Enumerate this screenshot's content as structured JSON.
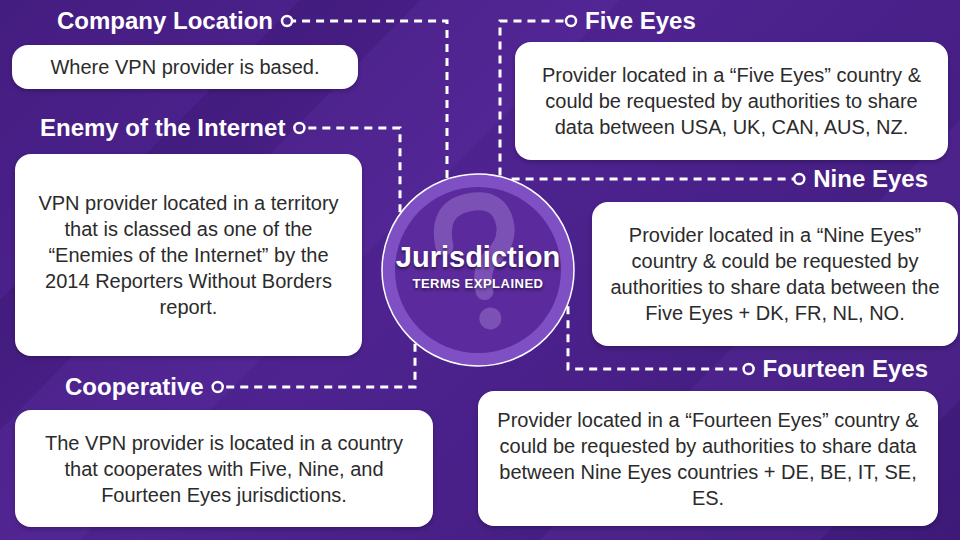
{
  "diagram": {
    "nodes": [
      {
        "text": [
          "Company Location",
          "Where VPN provider is based."
        ]
      },
      {
        "text": [
          "Five Eyes",
          "Provider located in a “Five Eyes” country & could be requested by authorities to share data between USA, UK, CAN, AUS, NZ."
        ]
      },
      {
        "text": [
          "Enemy of the Internet",
          "VPN provider located in a territory that is classed as one of the “Enemies of the Internet” by the 2014 Reporters Without Borders report."
        ]
      },
      {
        "text": [
          "Jurisdiction",
          "TERMS EXPLAINED"
        ]
      },
      {
        "text": [
          "Nine Eyes",
          "Provider located in a “Nine Eyes” country & could be requested by authorities to share data between the Five Eyes + DK, FR, NL, NO."
        ]
      },
      {
        "text": [
          "Cooperative",
          "The VPN provider is located in a country that cooperates with Five, Nine, and Fourteen Eyes jurisdictions."
        ]
      },
      {
        "text": [
          "Fourteen Eyes",
          "Provider located in a “Fourteen Eyes” country & could be requested by authorities to share data between Nine Eyes countries + DE, BE, IT, SE, ES."
        ]
      }
    ],
    "edges": [
      {
        "from": 3,
        "to": 0,
        "arrow": "none"
      },
      {
        "from": 3,
        "to": 1,
        "arrow": "none"
      },
      {
        "from": 3,
        "to": 2,
        "arrow": "none"
      },
      {
        "from": 3,
        "to": 4,
        "arrow": "none"
      },
      {
        "from": 3,
        "to": 5,
        "arrow": "none"
      },
      {
        "from": 3,
        "to": 6,
        "arrow": "none"
      }
    ]
  }
}
